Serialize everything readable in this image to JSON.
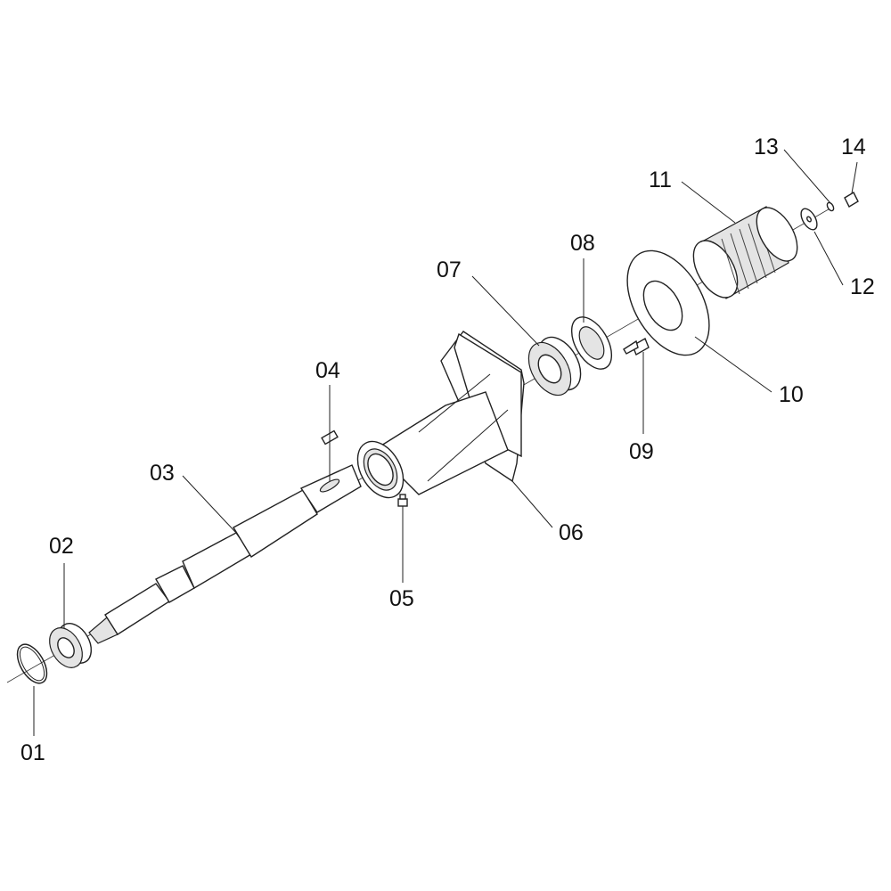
{
  "diagram": {
    "type": "exploded-parts-view",
    "callouts": [
      {
        "id": "01"
      },
      {
        "id": "02"
      },
      {
        "id": "03"
      },
      {
        "id": "04"
      },
      {
        "id": "05"
      },
      {
        "id": "06"
      },
      {
        "id": "07"
      },
      {
        "id": "08"
      },
      {
        "id": "09"
      },
      {
        "id": "10"
      },
      {
        "id": "11"
      },
      {
        "id": "12"
      },
      {
        "id": "13"
      },
      {
        "id": "14"
      }
    ]
  }
}
